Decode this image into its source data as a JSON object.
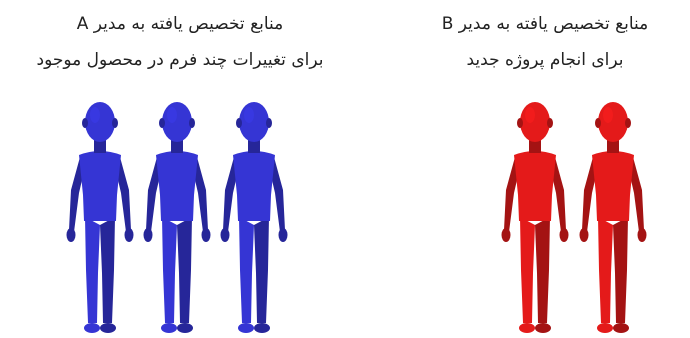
{
  "group_a": {
    "caption_line1": "منابع تخصیص یافته به  مدیر A",
    "caption_line2": "برای تغییرات چند فرم در محصول موجود",
    "figure_count": 3,
    "color": "#3535d4"
  },
  "group_b": {
    "caption_line1": "منابع تخصیص یافته به مدیر B",
    "caption_line2": "برای انجام پروژه جدید",
    "figure_count": 2,
    "color": "#e41a1a"
  },
  "figure_icon": "person-silhouette-icon"
}
